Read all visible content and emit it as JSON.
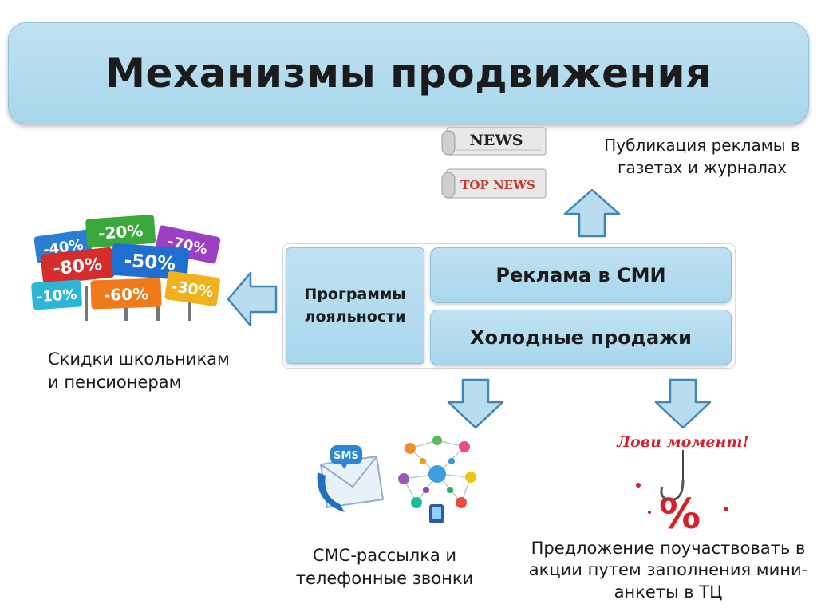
{
  "title": "Механизмы продвижения",
  "boxes": {
    "loyalty": "Программы лояльности",
    "ads": "Реклама в СМИ",
    "cold_sales": "Холодные продажи"
  },
  "captions": {
    "press": "Публикация рекламы в газетах и журналах",
    "discounts": "Скидки школьникам и пенсионерам",
    "sms": "СМС-рассылка и телефонные звонки",
    "promo": "Предложение поучаствовать в акции путем заполнения мини-анкеты в ТЦ"
  },
  "images": {
    "news_1": "NEWS",
    "news_2": "TOP NEWS",
    "discount_tags": [
      "-40%",
      "-20%",
      "-70%",
      "-80%",
      "-50%",
      "-10%",
      "-60%",
      "-30%"
    ],
    "sms_label": "SMS",
    "promo_label": "Лови момент!",
    "percent_sign": "%"
  },
  "colors": {
    "box_fill": "#b3dbee",
    "box_border": "#8fc1da",
    "arrow_fill": "#b9ddef",
    "arrow_stroke": "#3f86b6"
  }
}
